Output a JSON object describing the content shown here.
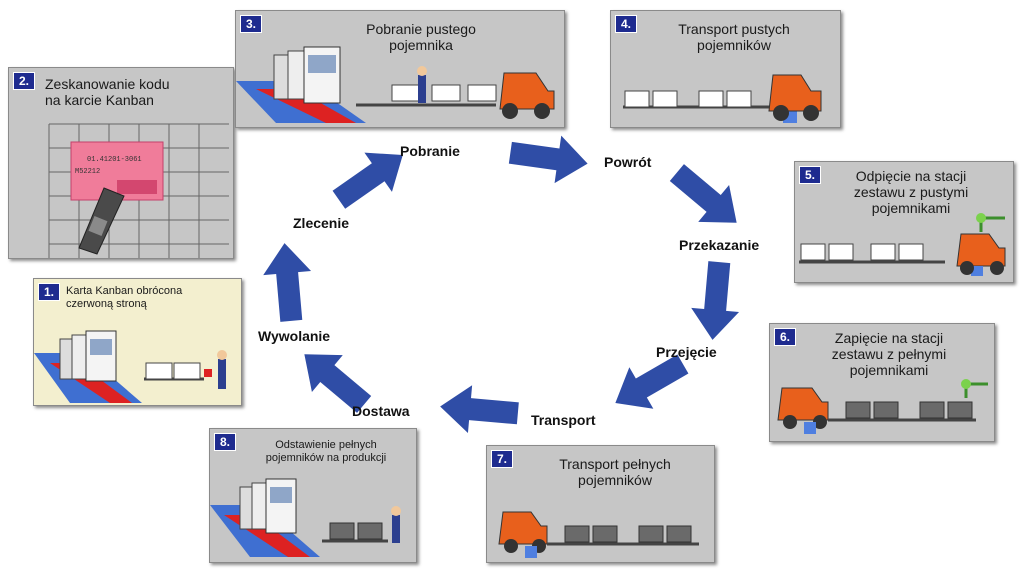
{
  "panels": {
    "p1": {
      "num": "1.",
      "title": "Karta Kanban obrócona\nczerwoną stroną"
    },
    "p2": {
      "num": "2.",
      "title": "Zeskanowanie kodu\nna karcie Kanban",
      "card_line1": "01.41201-3061",
      "card_line2": "M52212"
    },
    "p3": {
      "num": "3.",
      "title": "Pobranie pustego\npojemnika"
    },
    "p4": {
      "num": "4.",
      "title": "Transport pustych\npojemników"
    },
    "p5": {
      "num": "5.",
      "title": "Odpięcie na stacji\nzestawu z pustymi\npojemnikami"
    },
    "p6": {
      "num": "6.",
      "title": "Zapięcie na stacji\nzestawu z pełnymi\npojemnikami"
    },
    "p7": {
      "num": "7.",
      "title": "Transport pełnych\npojemników"
    },
    "p8": {
      "num": "8.",
      "title": "Odstawienie pełnych\npojemników na produkcji"
    }
  },
  "stages": {
    "pobranie": "Pobranie",
    "powrot": "Powrót",
    "przekazanie": "Przekazanie",
    "przejecie": "Przejęcie",
    "transport": "Transport",
    "dostawa": "Dostawa",
    "wywolanie": "Wywolanie",
    "zlecenie": "Zlecenie"
  },
  "colors": {
    "arrow": "#2f4da6",
    "number_badge": "#1e2b8f",
    "panel_gray": "#c6c6c6",
    "panel_cream": "#f3efcf",
    "tractor": "#e8601c",
    "kanban_card": "#f07c9a"
  }
}
